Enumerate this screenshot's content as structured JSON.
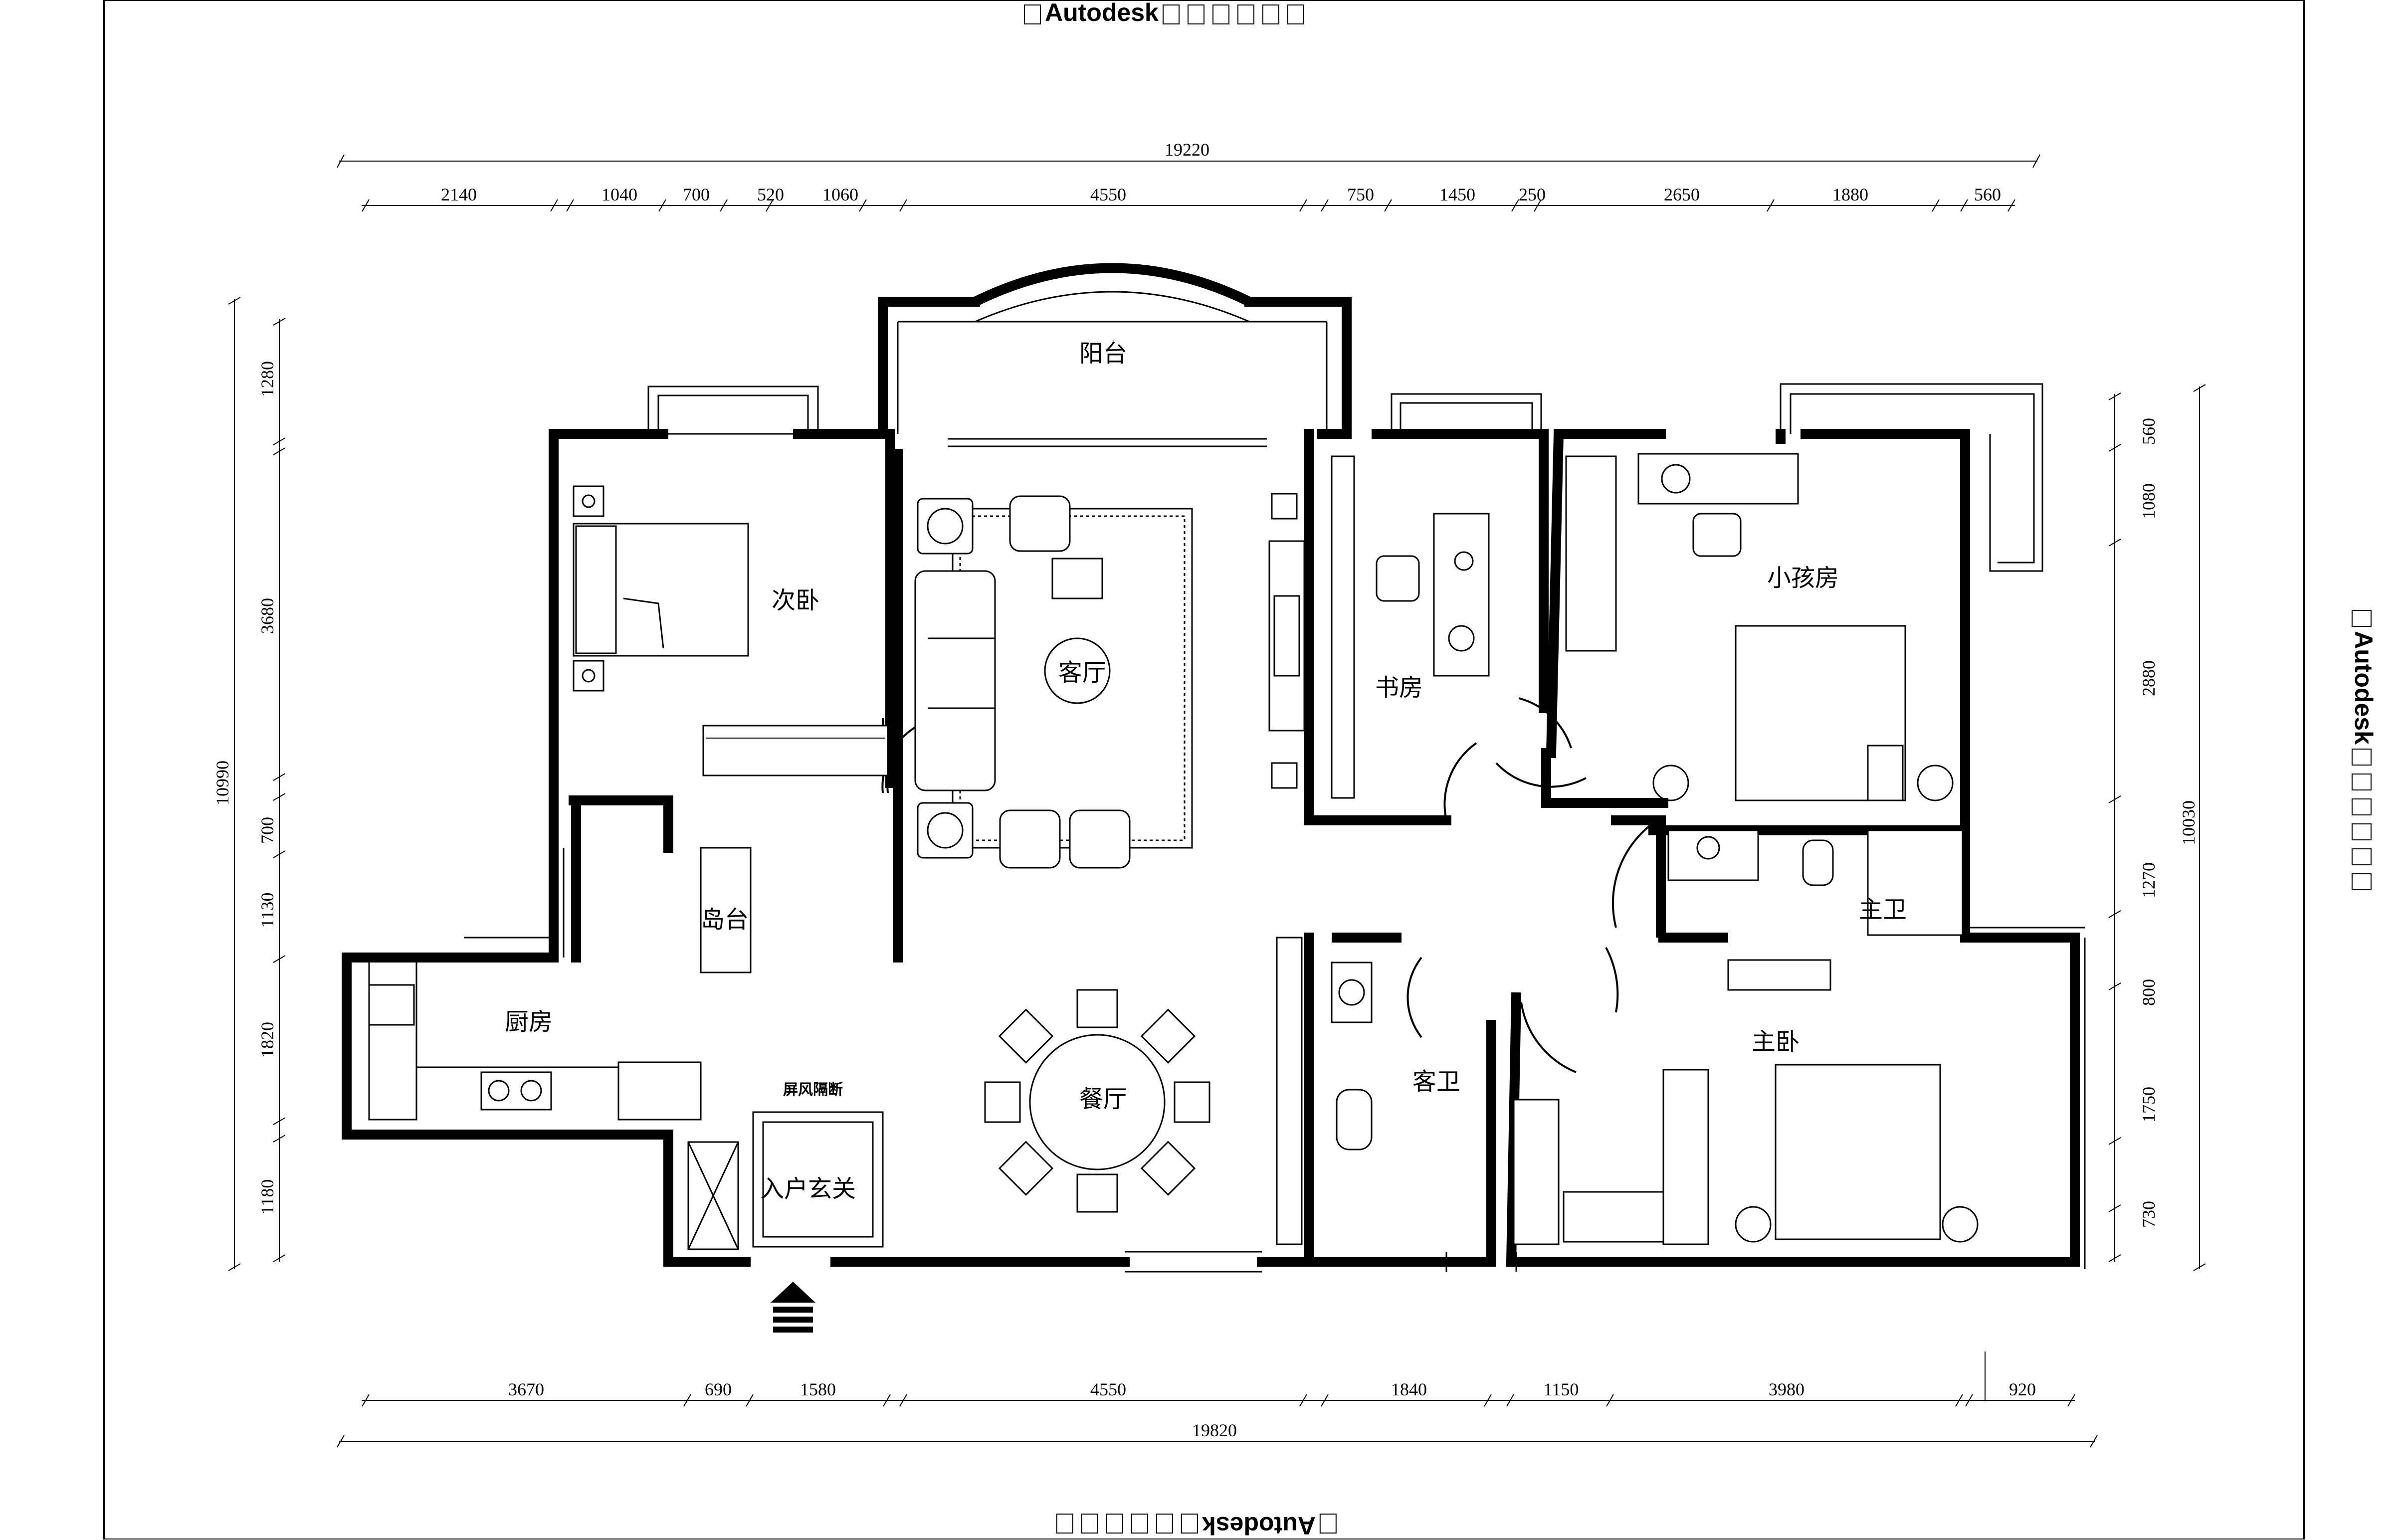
{
  "watermark": {
    "brand": "Autodesk"
  },
  "rooms": {
    "balcony": "阳台",
    "second_bedroom": "次卧",
    "living_room": "客厅",
    "study": "书房",
    "kids_room": "小孩房",
    "island": "岛台",
    "kitchen": "厨房",
    "dining": "餐厅",
    "guest_bath": "客卫",
    "master_bath": "主卫",
    "master_bedroom": "主卧",
    "entrance": "入户玄关",
    "screen_partition": "屏风隔断"
  },
  "dimensions": {
    "top_total": "19220",
    "top": [
      "2140",
      "1040",
      "700",
      "520",
      "1060",
      "4550",
      "750",
      "1450",
      "250",
      "2650",
      "1880",
      "560"
    ],
    "bottom_total": "19820",
    "bottom": [
      "3670",
      "690",
      "1580",
      "4550",
      "1840",
      "1150",
      "3980",
      "920"
    ],
    "left_total": "10990",
    "left": [
      "1280",
      "3680",
      "700",
      "1130",
      "1820",
      "1180"
    ],
    "right_total": "10030",
    "right": [
      "560",
      "1080",
      "2880",
      "1270",
      "800",
      "1750",
      "730"
    ]
  }
}
